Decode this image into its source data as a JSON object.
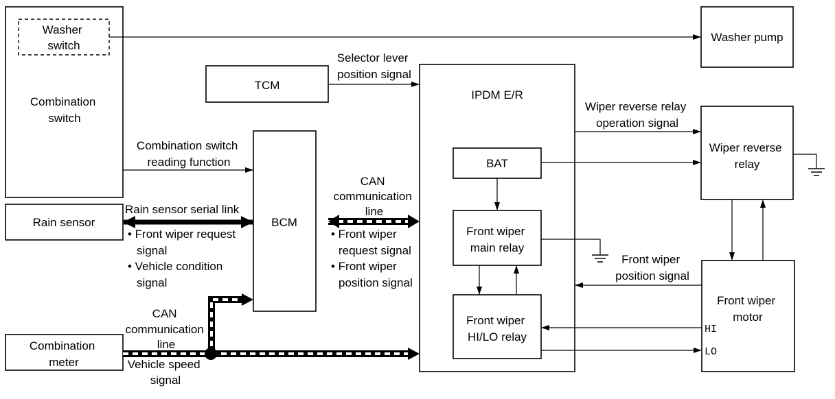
{
  "blocks": {
    "combination_switch": [
      "Combination",
      "switch"
    ],
    "washer_switch": [
      "Washer",
      "switch"
    ],
    "washer_pump": "Washer pump",
    "tcm": "TCM",
    "ipdm": "IPDM E/R",
    "bat": "BAT",
    "main_relay": [
      "Front wiper",
      "main relay"
    ],
    "hilo_relay": [
      "Front wiper",
      "HI/LO relay"
    ],
    "reverse_relay": [
      "Wiper reverse",
      "relay"
    ],
    "motor": [
      "Front wiper",
      "motor"
    ],
    "bcm": "BCM",
    "rain_sensor": "Rain sensor",
    "combination_meter": [
      "Combination",
      "meter"
    ]
  },
  "signals": {
    "selector_lever": [
      "Selector lever",
      "position signal"
    ],
    "reverse_relay_op": [
      "Wiper reverse relay",
      "operation signal"
    ],
    "comb_switch_reading": [
      "Combination switch",
      "reading function"
    ],
    "can_line_right": [
      "CAN",
      "communication",
      "line"
    ],
    "rain_serial_link": "Rain sensor serial link",
    "rain_signals": [
      "• Front wiper request",
      "signal",
      "• Vehicle condition",
      "signal"
    ],
    "bcm_can_signals": [
      "• Front wiper",
      "request signal",
      "• Front wiper",
      "position signal"
    ],
    "motor_position": [
      "Front wiper",
      "position signal"
    ],
    "can_line_left": [
      "CAN",
      "communication",
      "line"
    ],
    "vehicle_speed": [
      "Vehicle speed",
      "signal"
    ]
  },
  "pins": {
    "hi": "HI",
    "lo": "LO"
  }
}
